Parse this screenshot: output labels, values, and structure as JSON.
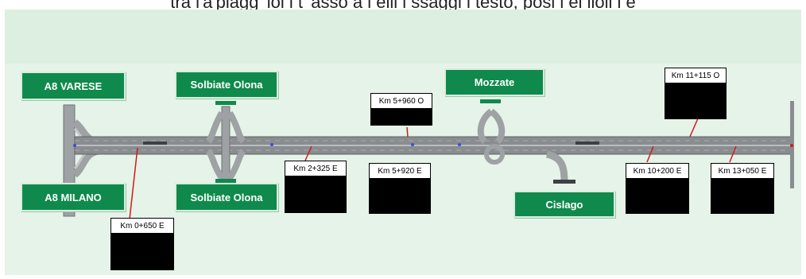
{
  "caption": "tra l'a'piagg   'ioi   i t   'asso   a i  elli  i  ssaggi  i testo, posi  i   ei   iioli  i e",
  "signs": {
    "a8_varese": "A8 VARESE",
    "a8_milano": "A8 MILANO",
    "solbiate_top": "Solbiate Olona",
    "solbiate_bottom": "Solbiate Olona",
    "mozzate": "Mozzate",
    "cislago": "Cislago"
  },
  "km_markers": {
    "km_0650": "Km 0+650 E",
    "km_2325": "Km 2+325 E",
    "km_5960": "Km 5+960 O",
    "km_5920": "Km 5+920 E",
    "km_10200": "Km 10+200 E",
    "km_11115": "Km 11+115 O",
    "km_13050": "Km 13+050 E"
  },
  "colors": {
    "sign_green": "#0f8a4c",
    "road_gray": "#8a8d8f",
    "marker_line": "#d11a1a",
    "background": "#e6f3e8"
  }
}
